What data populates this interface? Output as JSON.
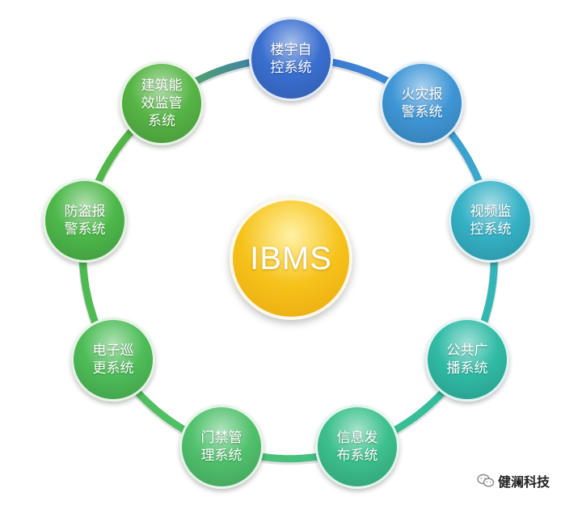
{
  "center": {
    "label": "IBMS",
    "color": "#f6c21a"
  },
  "nodes": [
    {
      "label": "楼宇自\n控系统",
      "color": "#3a6fd0"
    },
    {
      "label": "火灾报\n警系统",
      "color": "#3f96d6"
    },
    {
      "label": "视频监\n控系统",
      "color": "#35b1c6"
    },
    {
      "label": "公共广\n播系统",
      "color": "#30bba6"
    },
    {
      "label": "信息发\n布系统",
      "color": "#3cc08c"
    },
    {
      "label": "门禁管\n理系统",
      "color": "#50c16c"
    },
    {
      "label": "电子巡\n更系统",
      "color": "#4ebd58"
    },
    {
      "label": "防盗报\n警系统",
      "color": "#4db84a"
    },
    {
      "label": "建筑能\n效监管\n系统",
      "color": "#56b545"
    }
  ],
  "watermark": {
    "text": "健澜科技",
    "icon": "wechat-icon"
  }
}
